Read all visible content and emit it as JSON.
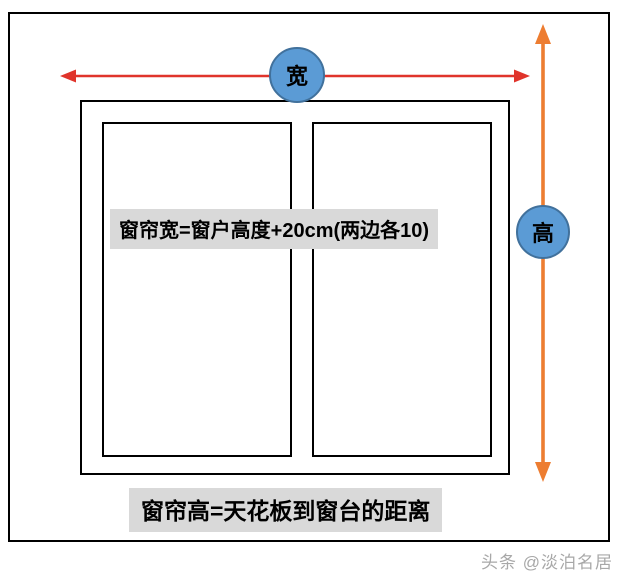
{
  "diagram": {
    "width_badge_label": "宽",
    "height_badge_label": "高",
    "width_formula": "窗帘宽=窗户高度+20cm(两边各10)",
    "height_formula": "窗帘高=天花板到窗台的距离",
    "colors": {
      "width_arrow": "#e0342b",
      "height_arrow": "#ed7d31",
      "badge_fill": "#5b9bd5",
      "badge_border": "#41719c",
      "formula_highlight": "#d9d9d9",
      "frame_border": "#000000"
    }
  },
  "watermark": "头条 @淡泊名居"
}
